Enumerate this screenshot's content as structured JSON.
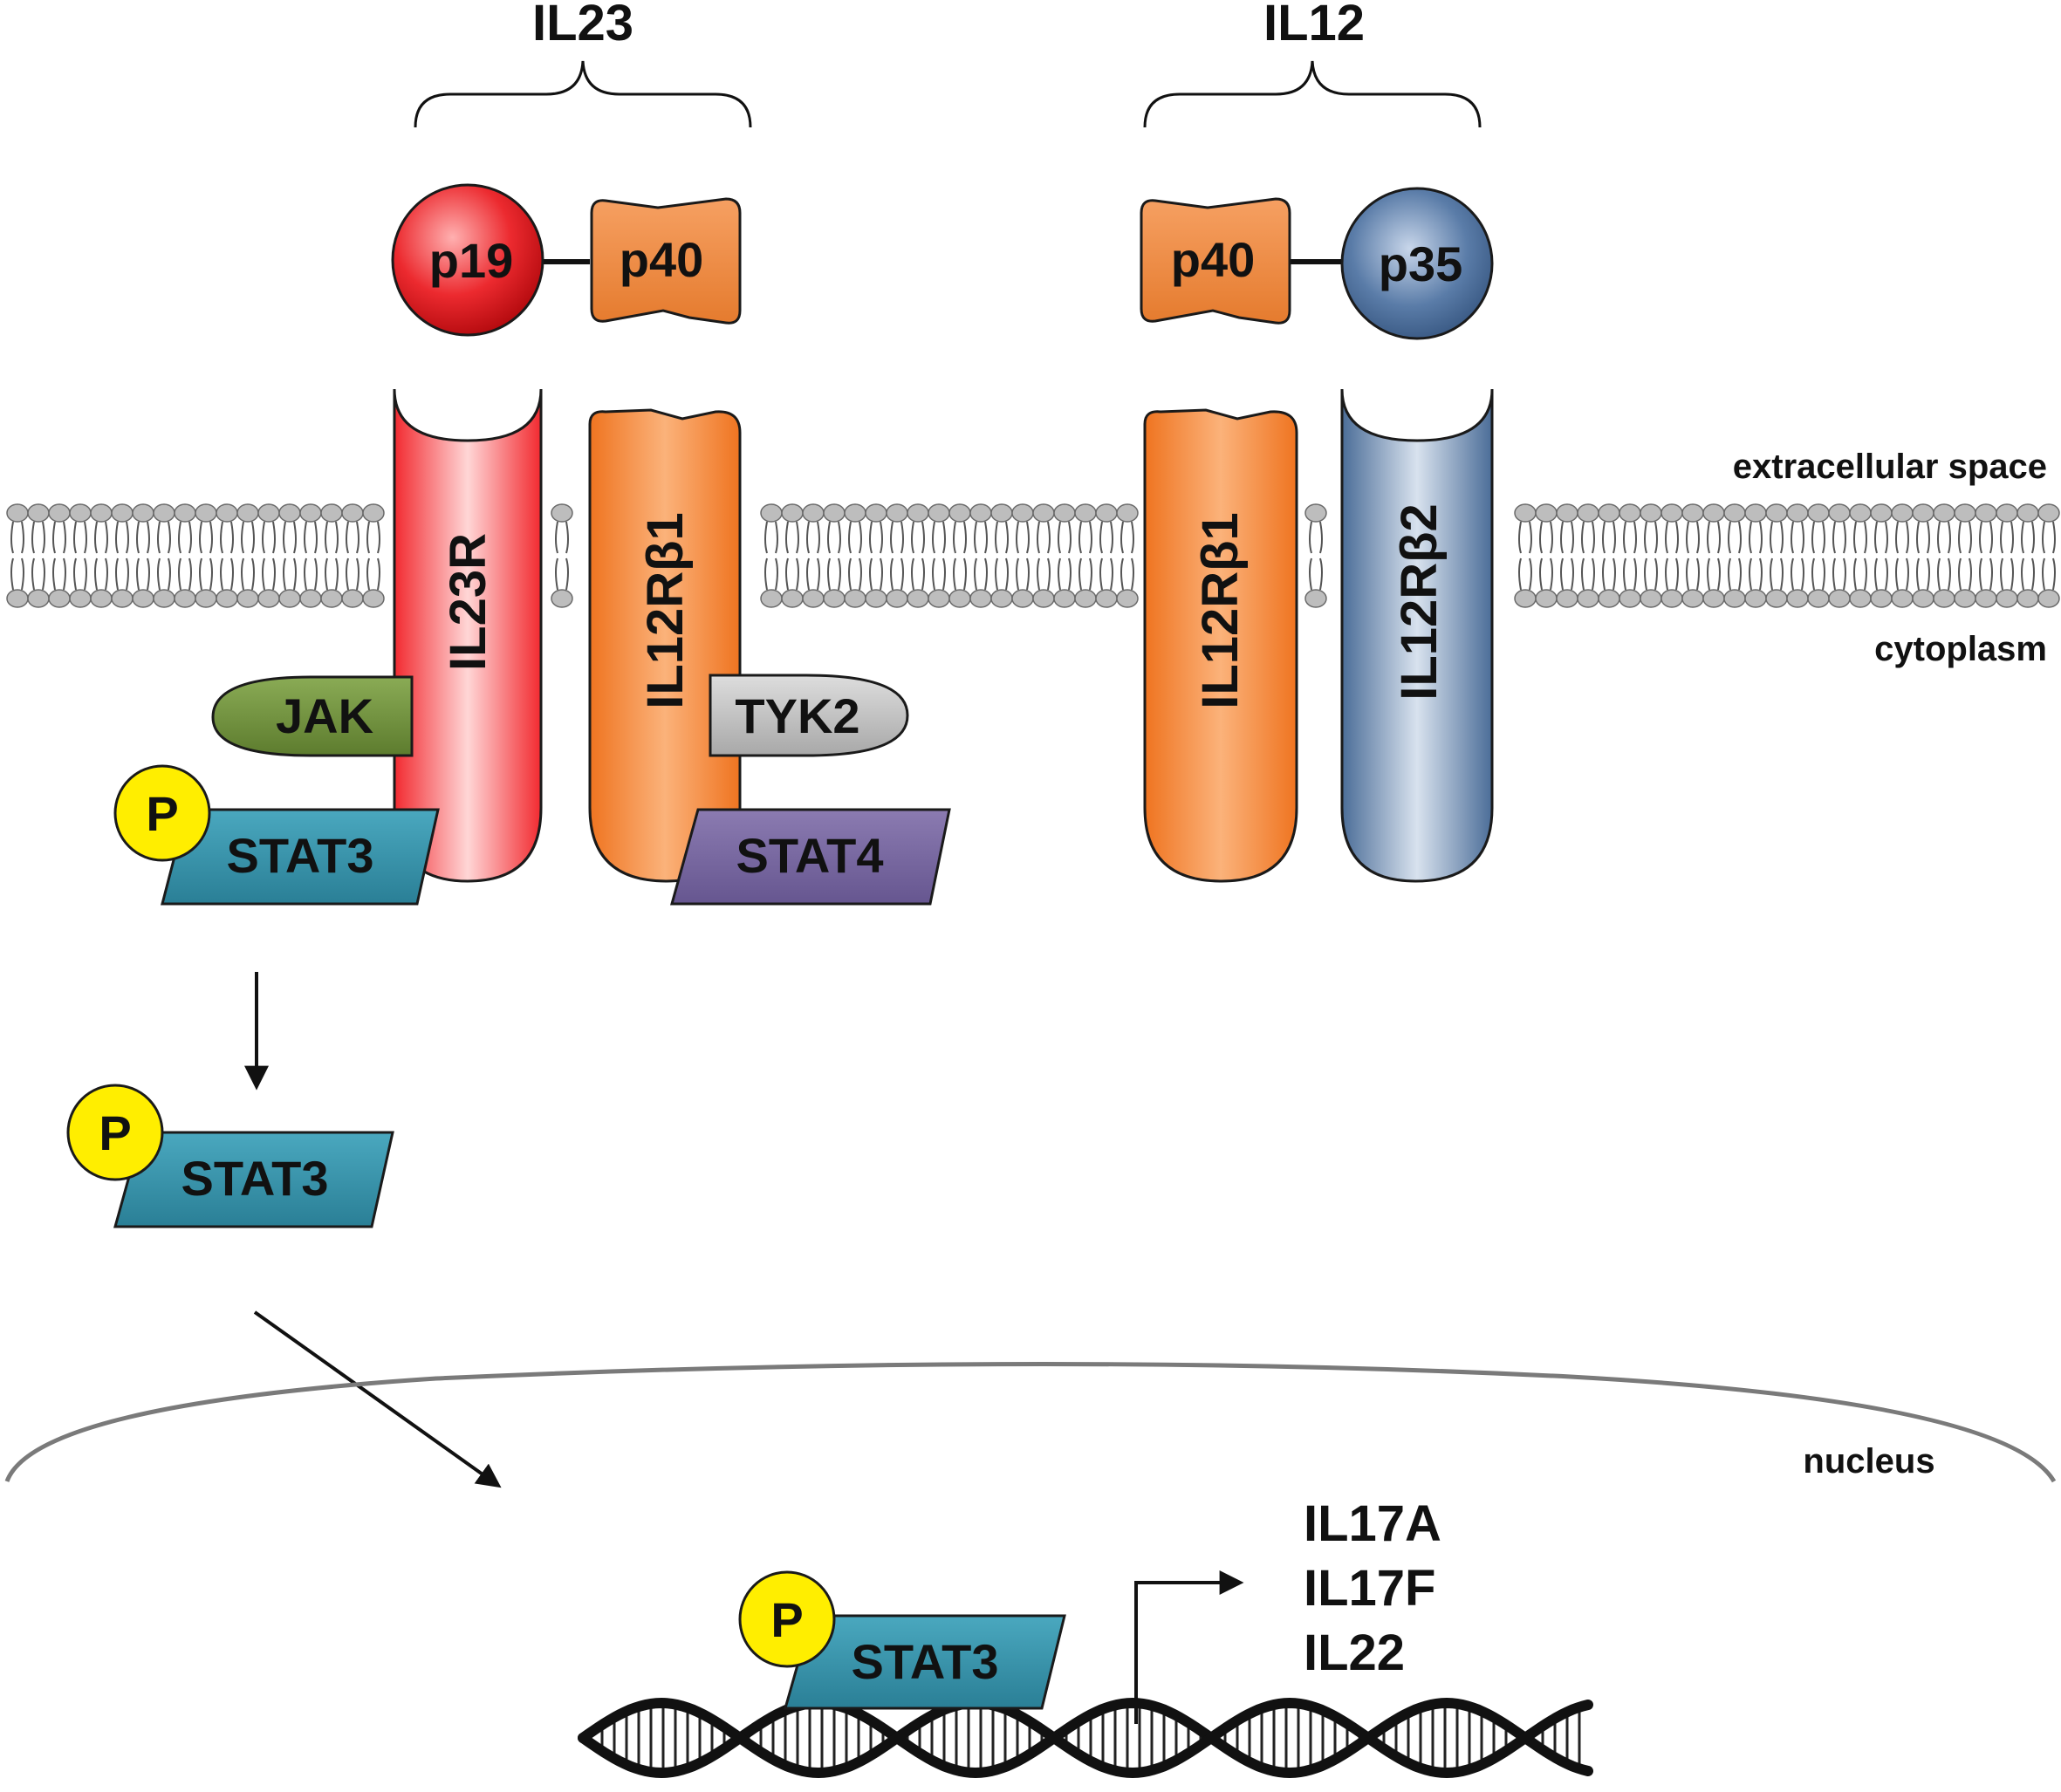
{
  "diagram": {
    "il23_label": "IL23",
    "il12_label": "IL12",
    "il23_subunits": {
      "left": "p19",
      "right": "p40"
    },
    "il12_subunits": {
      "left": "p40",
      "right": "p35"
    },
    "receptors": {
      "il23r": "IL23R",
      "il12rb1_left": "IL12Rβ1",
      "il12rb1_right": "IL12Rβ1",
      "il12rb2": "IL12Rβ2"
    },
    "kinases": {
      "jak": "JAK",
      "tyk2": "TYK2"
    },
    "stat_membrane_left": "STAT3",
    "stat_membrane_right": "STAT4",
    "stat_cytoplasm": "STAT3",
    "stat_nucleus": "STAT3",
    "phospho_label": "P",
    "compartments": {
      "extracellular": "extracellular space",
      "cytoplasm": "cytoplasm",
      "nucleus": "nucleus"
    },
    "target_genes": [
      "IL17A",
      "IL17F",
      "IL22"
    ]
  },
  "colors": {
    "p19": "#e8262a",
    "p40": "#f0883c",
    "p35": "#4a6f9a",
    "il23r": "#f2464b",
    "il12rb1": "#f07f2a",
    "il12rb2": "#5f80a8",
    "jak": "#6b8b3a",
    "tyk2": "#b8b8b8",
    "stat3": "#2f8fa6",
    "stat4": "#7a6aa0",
    "phospho": "#ffee00",
    "membrane": "#b8b8b8"
  }
}
